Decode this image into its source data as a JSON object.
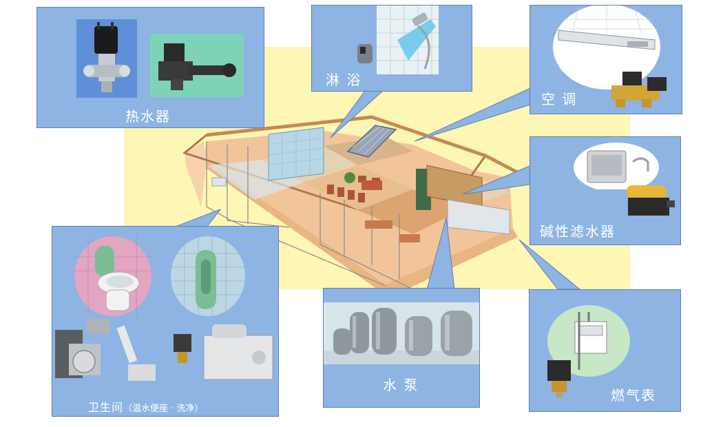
{
  "panels": {
    "water_heater": {
      "label": "热水器"
    },
    "shower": {
      "label": "淋 浴"
    },
    "air_conditioner": {
      "label": "空 调"
    },
    "alkaline_filter": {
      "label": "碱性滤水器"
    },
    "water_pump": {
      "label": "水 泵"
    },
    "gas_meter": {
      "label": "燃气表"
    },
    "toilet": {
      "label": "卫生间",
      "sub": "（温水便座 · 洗净）"
    }
  },
  "colors": {
    "panel_fill": "#8db4e2",
    "panel_border": "#5f7fae",
    "background_band": "#fdf6b4",
    "label_text": "#ffffff"
  },
  "icons": [
    "solenoid-valve-icon",
    "shower-head-icon",
    "ceiling-ac-icon",
    "water-purifier-icon",
    "pressure-tank-icon",
    "gas-meter-icon",
    "toilet-icon",
    "urinal-icon"
  ]
}
